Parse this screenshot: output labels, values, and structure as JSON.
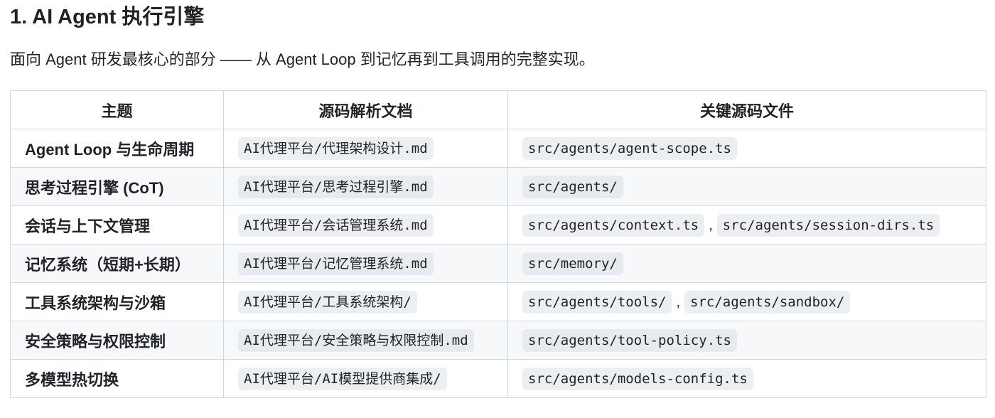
{
  "heading": "1. AI Agent 执行引擎",
  "lead": "面向 Agent 研发最核心的部分 —— 从 Agent Loop 到记忆再到工具调用的完整实现。",
  "table": {
    "headers": [
      "主题",
      "源码解析文档",
      "关键源码文件"
    ],
    "rows": [
      {
        "topic": "Agent Loop 与生命周期",
        "doc": "AI代理平台/代理架构设计.md",
        "files": [
          "src/agents/agent-scope.ts"
        ]
      },
      {
        "topic": "思考过程引擎 (CoT)",
        "doc": "AI代理平台/思考过程引擎.md",
        "files": [
          "src/agents/"
        ]
      },
      {
        "topic": "会话与上下文管理",
        "doc": "AI代理平台/会话管理系统.md",
        "files": [
          "src/agents/context.ts",
          "src/agents/session-dirs.ts"
        ]
      },
      {
        "topic": "记忆系统（短期+长期）",
        "doc": "AI代理平台/记忆管理系统.md",
        "files": [
          "src/memory/"
        ]
      },
      {
        "topic": "工具系统架构与沙箱",
        "doc": "AI代理平台/工具系统架构/",
        "files": [
          "src/agents/tools/",
          "src/agents/sandbox/"
        ]
      },
      {
        "topic": "安全策略与权限控制",
        "doc": "AI代理平台/安全策略与权限控制.md",
        "files": [
          "src/agents/tool-policy.ts"
        ]
      },
      {
        "topic": "多模型热切换",
        "doc": "AI代理平台/AI模型提供商集成/",
        "files": [
          "src/agents/models-config.ts"
        ]
      }
    ],
    "file_separator": ","
  }
}
